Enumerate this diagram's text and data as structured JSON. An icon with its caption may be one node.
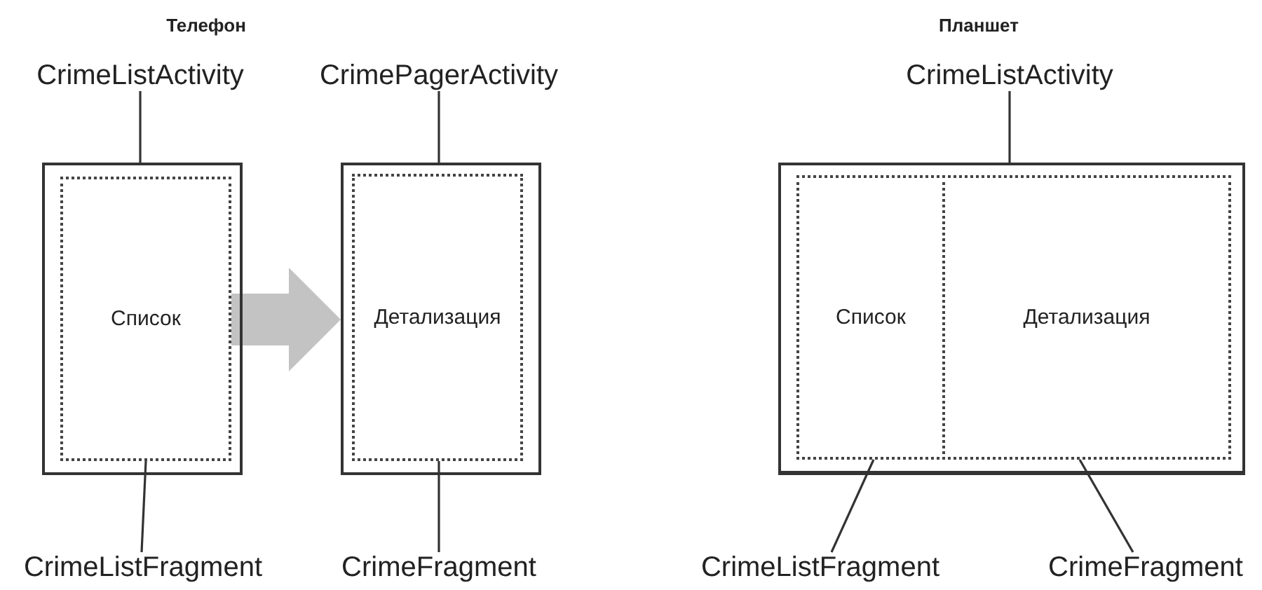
{
  "diagram": {
    "nodes": [
      {
        "text": [
          "CrimeListActivity"
        ]
      },
      {
        "text": [],
        "shape": "box"
      },
      {
        "text": [
          "Список"
        ],
        "in": 1
      },
      {
        "text": [
          "CrimeListFragment"
        ]
      },
      {
        "text": [
          "CrimePagerActivity"
        ]
      },
      {
        "text": [],
        "shape": "box"
      },
      {
        "text": [
          "Детализация"
        ],
        "in": 5
      },
      {
        "text": [
          "CrimeFragment"
        ]
      },
      {
        "text": [
          "CrimeListActivity"
        ]
      },
      {
        "text": [],
        "shape": "box"
      },
      {
        "text": [
          "Список"
        ],
        "in": 9
      },
      {
        "text": [
          "Детализация"
        ],
        "in": 9
      },
      {
        "text": [
          "CrimeListFragment"
        ]
      },
      {
        "text": [
          "CrimeFragment"
        ]
      }
    ],
    "edges": [
      {
        "from": 0,
        "to": 1,
        "arrow": "none"
      },
      {
        "from": 3,
        "to": 2,
        "arrow": "none"
      },
      {
        "from": 1,
        "to": 5,
        "arrow": "to",
        "style": "thick",
        "color": "#c3c3c3"
      },
      {
        "from": 4,
        "to": 5,
        "arrow": "none"
      },
      {
        "from": 7,
        "to": 6,
        "arrow": "none"
      },
      {
        "from": 8,
        "to": 9,
        "arrow": "none"
      },
      {
        "from": 12,
        "to": 10,
        "arrow": "none"
      },
      {
        "from": 13,
        "to": 11,
        "arrow": "none"
      }
    ],
    "labels": [
      "Телефон",
      "Планшет"
    ]
  }
}
